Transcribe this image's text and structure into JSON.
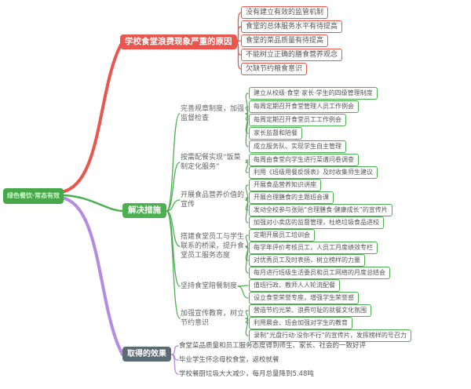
{
  "root": {
    "label": "绿色餐饮·常态有效"
  },
  "causes": {
    "label": "学校食堂浪费现象严重的原因",
    "items": [
      "没有建立有效的监管机制",
      "食堂的总体服务水平有待提高",
      "食堂的菜品质量有待提高",
      "不能树立正确的膳食营养观念",
      "欠缺节约粮食意识"
    ]
  },
  "solutions": {
    "label": "解决措施",
    "groups": [
      {
        "label": "完善规章制度，加强监督检查",
        "items": [
          "建立从校级·食堂·家长·学生的四级管理制度",
          "每周定期召开食堂管理人员工作例会",
          "每周定期召开食堂员工工作例会",
          "家长监督和陪餐",
          "成立服务队、实现学生自主管理"
        ]
      },
      {
        "label": "按需配餐实现“饭菜制定化服务”",
        "items": [
          "每周由食堂向学生进行菜谱问卷调查",
          "利用《班级用餐反馈表》及时收集师生建议"
        ]
      },
      {
        "label": "开展食品营养价值的宣传",
        "items": [
          "开展食品营养知识讲座",
          "开展合理膳食的主题班会课",
          "发动全校参与张贴“合理膳食·健康成长”的宣传片",
          "加强对小卖店的监督管理，杜绝垃圾食品进校"
        ]
      },
      {
        "label": "搭建食堂员工与学生联系的桥梁，提升食堂员工服务态度",
        "items": [
          "定期开展员工培训会",
          "每学年评价考核员工，人员工月度绩效专栏",
          "对优秀员工及时表扬，树立榜样的力量",
          "每月进行班级生活委员和员工网络的月度总结会"
        ]
      },
      {
        "label": "坚持食堂陪餐制度",
        "items": [
          "值班行政、教师人人轮流配餐",
          "设立食堂荣誉专座，增强学生荣誉感"
        ]
      },
      {
        "label": "加强宣传教育，树立节约意识",
        "items": [
          "营造节约光荣、浪费可耻的就餐文化氛围",
          "利用晨会、班会加强对学生的教育",
          "录制“光盘行动·没你不行”的宣传片，发挥榜样的号召力"
        ]
      }
    ]
  },
  "effects": {
    "label": "取得的效果",
    "items": [
      "食堂菜品质量和员工服务态度得到师生、家长、社会的一致好评",
      "毕业学生怀念母校食堂，返校就餐",
      "学校餐厨垃圾大大减少，每月总量降到5.48吨"
    ]
  },
  "colors": {
    "branch_red": "#e8564e",
    "branch_green": "#4caf50",
    "branch_purple": "#b48be0",
    "branch_dark": "#5b6a73",
    "root_green": "#46a84b"
  }
}
